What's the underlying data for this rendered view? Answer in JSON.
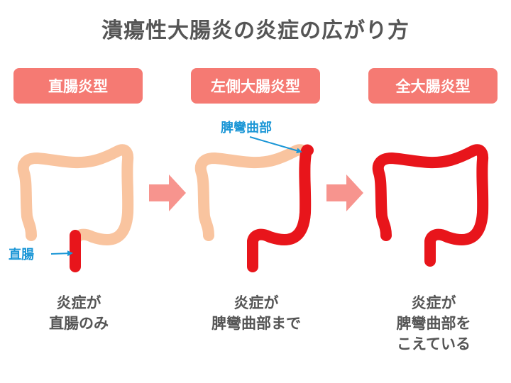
{
  "title": "潰瘍性大腸炎の炎症の広がり方",
  "colors": {
    "accent": "#f57a73",
    "healthy_colon": "#f9c49f",
    "inflamed": "#e8151b",
    "annotation": "#1a96d6",
    "text": "#555555",
    "arrow": "#f7948e"
  },
  "types": [
    {
      "label": "直腸炎型",
      "caption_line1": "炎症が",
      "caption_line2": "直腸のみ",
      "caption_line3": ""
    },
    {
      "label": "左側大腸炎型",
      "caption_line1": "炎症が",
      "caption_line2": "脾彎曲部まで",
      "caption_line3": ""
    },
    {
      "label": "全大腸炎型",
      "caption_line1": "炎症が",
      "caption_line2": "脾彎曲部を",
      "caption_line3": "こえている"
    }
  ],
  "annotations": {
    "rectum": "直腸",
    "splenic_flexure": "脾彎曲部"
  }
}
